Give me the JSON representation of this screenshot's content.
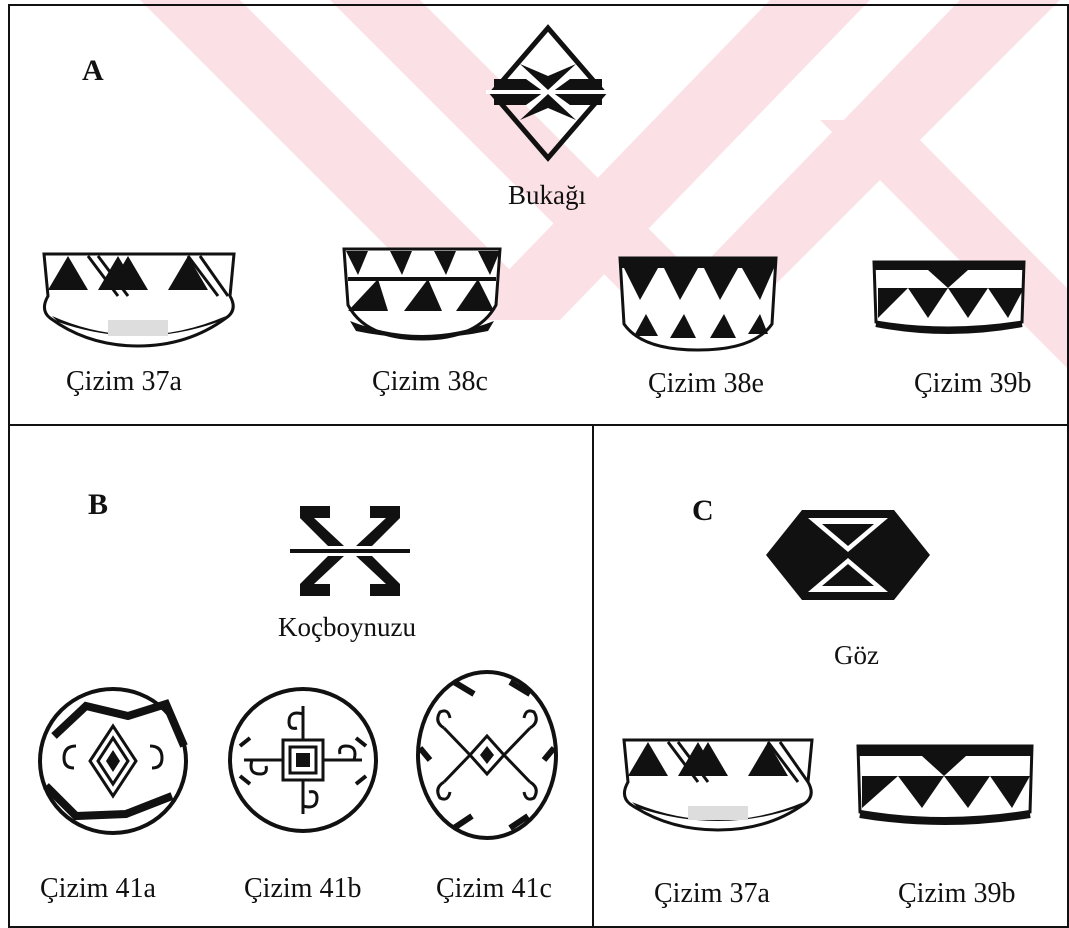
{
  "panel_a": {
    "letter": "A",
    "motif_label": "Bukağı",
    "captions": [
      "Çizim 37a",
      "Çizim 38c",
      "Çizim 38e",
      "Çizim 39b"
    ]
  },
  "panel_b": {
    "letter": "B",
    "motif_label": "Koçboynuzu",
    "captions": [
      "Çizim 41a",
      "Çizim 41b",
      "Çizim 41c"
    ]
  },
  "panel_c": {
    "letter": "C",
    "motif_label": "Göz",
    "captions": [
      "Çizim 37a",
      "Çizim 39b"
    ]
  },
  "colors": {
    "ink": "#111111",
    "watermark": "#fbe1e5",
    "paper": "#ffffff"
  }
}
